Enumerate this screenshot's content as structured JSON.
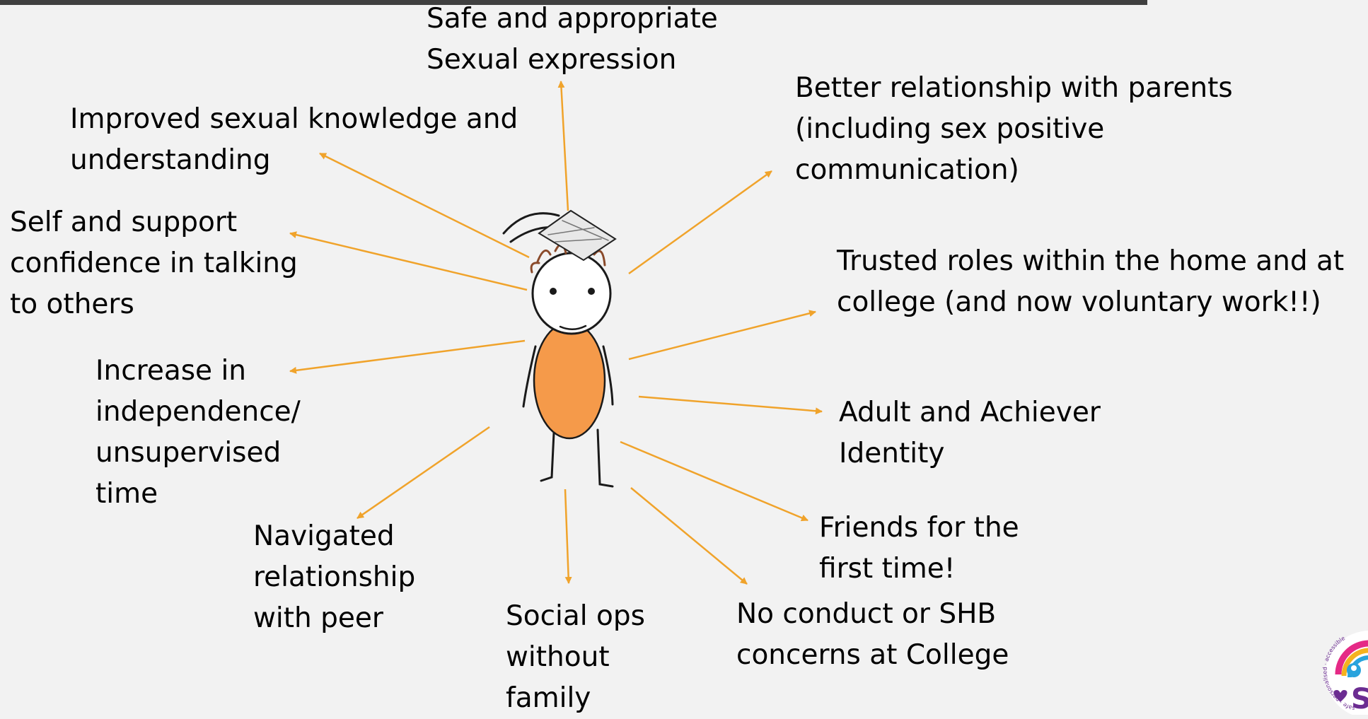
{
  "colors": {
    "background": "#f2f2f2",
    "top_bar": "#404040",
    "arrow": "#f0a32b",
    "body_fill": "#f59a4a",
    "outline": "#1a1a1a"
  },
  "figure": {
    "name": "stick-figure-person",
    "hat": "mortarboard-icon"
  },
  "outcomes": [
    {
      "id": "sexual-expression",
      "text": "Safe and appropriate\nSexual expression"
    },
    {
      "id": "sexual-knowledge",
      "text": "Improved sexual knowledge and\nunderstanding"
    },
    {
      "id": "confidence",
      "text": "Self and support\nconfidence in talking\nto others"
    },
    {
      "id": "independence",
      "text": "Increase in\nindependence/\nunsupervised\ntime"
    },
    {
      "id": "peer-relationship",
      "text": "Navigated\nrelationship\nwith peer"
    },
    {
      "id": "social-ops",
      "text": "Social ops\nwithout\nfamily"
    },
    {
      "id": "no-concerns",
      "text": "No conduct or SHB\nconcerns at College"
    },
    {
      "id": "friends",
      "text": "Friends for the\nfirst time!"
    },
    {
      "id": "identity",
      "text": "Adult and Achiever\nIdentity"
    },
    {
      "id": "trusted-roles",
      "text": "Trusted roles within the home and at\ncollege (and now voluntary work!!)"
    },
    {
      "id": "parents",
      "text": "Better relationship with parents\n(including sex positive\ncommunication)"
    }
  ],
  "logo": {
    "name": "organisation-logo",
    "ring_text": "safe · personalised · accessible",
    "letter": "S"
  }
}
